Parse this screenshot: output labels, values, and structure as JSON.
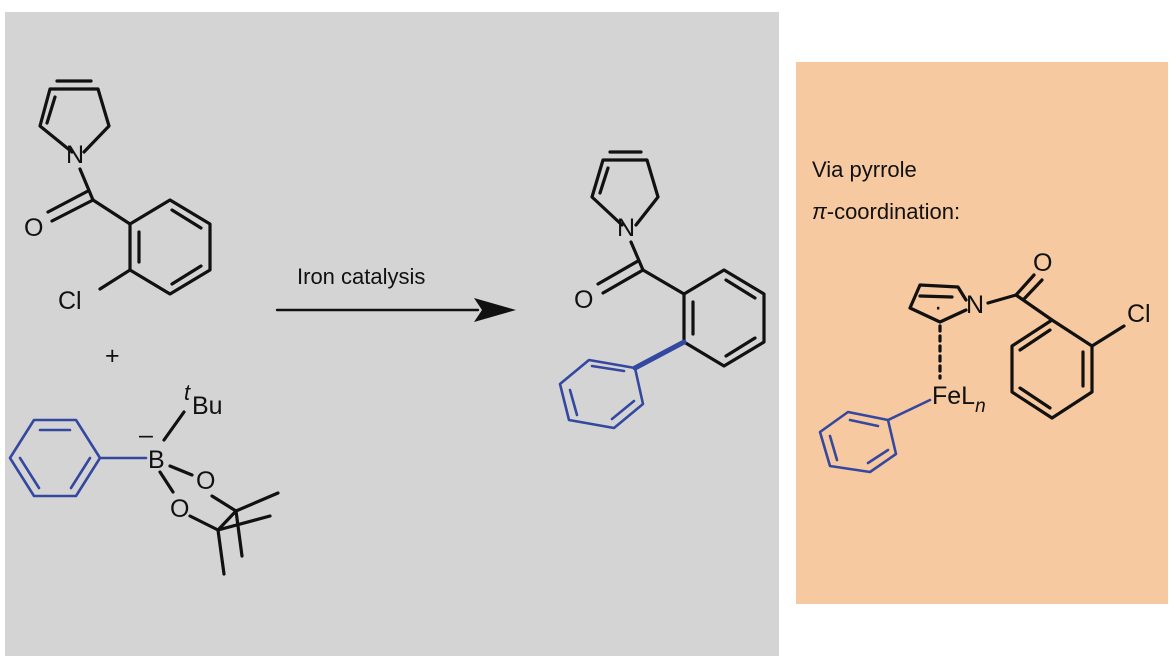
{
  "reaction": {
    "arrow_label": "Iron catalysis",
    "plus_sign": "+"
  },
  "reactant_amide": {
    "nitrogen": "N",
    "oxygen": "O",
    "chlorine": "Cl"
  },
  "boronate": {
    "boron": "B",
    "charge": "–",
    "oxygen_1": "O",
    "oxygen_2": "O",
    "tBu_prefix": "t",
    "tBu_suffix": "Bu"
  },
  "product": {
    "nitrogen": "N",
    "oxygen": "O"
  },
  "mechanism_box": {
    "title_line1": "Via pyrrole",
    "title_pi": "π",
    "title_line2_rest": "-coordination:",
    "nitrogen": "N",
    "oxygen": "O",
    "chlorine": "Cl",
    "iron_label": "FeL",
    "iron_subscript": "n",
    "radical_dot": "·"
  },
  "colors": {
    "left_panel": "#d4d4d4",
    "highlight_box": "#f6c9a0",
    "aryl_blue": "#3548a0",
    "bond_black": "#111111"
  }
}
